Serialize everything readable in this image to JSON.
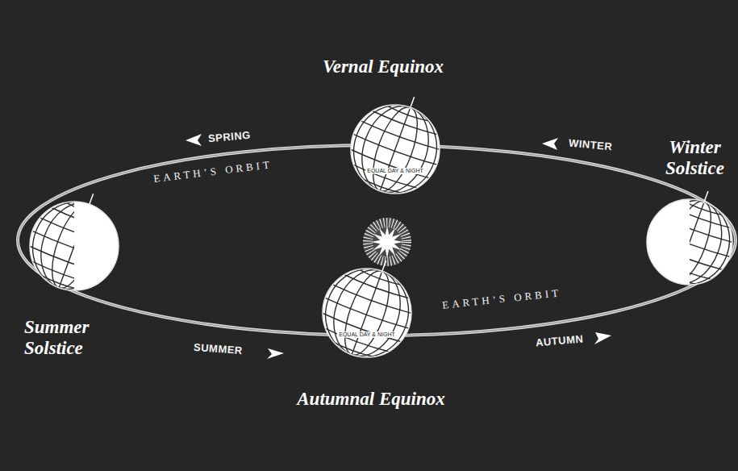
{
  "diagram": {
    "nodes": [
      {
        "text": [
          "Vernal Equinox",
          "EQUAL DAY & NIGHT"
        ]
      },
      {
        "text": [
          "Winter Solstice"
        ]
      },
      {
        "text": [
          "Summer Solstice"
        ]
      },
      {
        "text": [
          "Autumnal Equinox",
          "EQUAL DAY & NIGHT"
        ]
      }
    ],
    "labels": [
      "SPRING",
      "WINTER",
      "EARTH’S ORBIT",
      "SUMMER",
      "AUTUMN",
      "EARTH’S ORBIT"
    ]
  }
}
